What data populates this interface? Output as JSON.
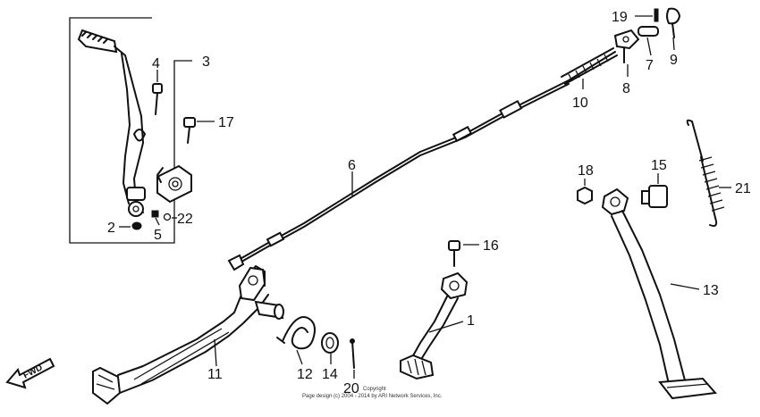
{
  "callouts": [
    "1",
    "2",
    "3",
    "4",
    "5",
    "6",
    "7",
    "8",
    "9",
    "10",
    "11",
    "12",
    "13",
    "14",
    "15",
    "16",
    "17",
    "18",
    "19",
    "20",
    "21",
    "22"
  ],
  "fwd_label": "FWD",
  "copyright_line1": "Copyright",
  "copyright_line2": "Page design (c) 2004 - 2014 by ARI Network Services, Inc."
}
